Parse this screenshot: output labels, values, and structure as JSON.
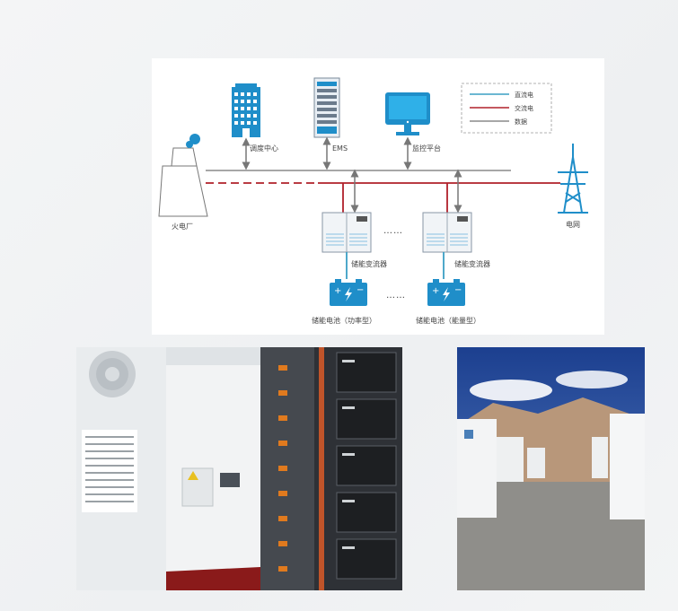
{
  "diagram": {
    "legend": {
      "dc": {
        "label": "直流电",
        "color": "#3a9fc4"
      },
      "ac": {
        "label": "交流电",
        "color": "#b0202a"
      },
      "data": {
        "label": "数据",
        "color": "#8a8a8a"
      }
    },
    "nodes": {
      "dispatch": "调度中心",
      "ems": "EMS",
      "monitor": "监控平台",
      "power_plant": "火电厂",
      "grid": "电网",
      "pcs_left": "储能变流器",
      "pcs_right": "储能变流器",
      "battery_left": "储能电池（功率型）",
      "battery_right": "储能电池（能量型）"
    },
    "ellipsis": "……",
    "accent": "#1f8ec9"
  }
}
